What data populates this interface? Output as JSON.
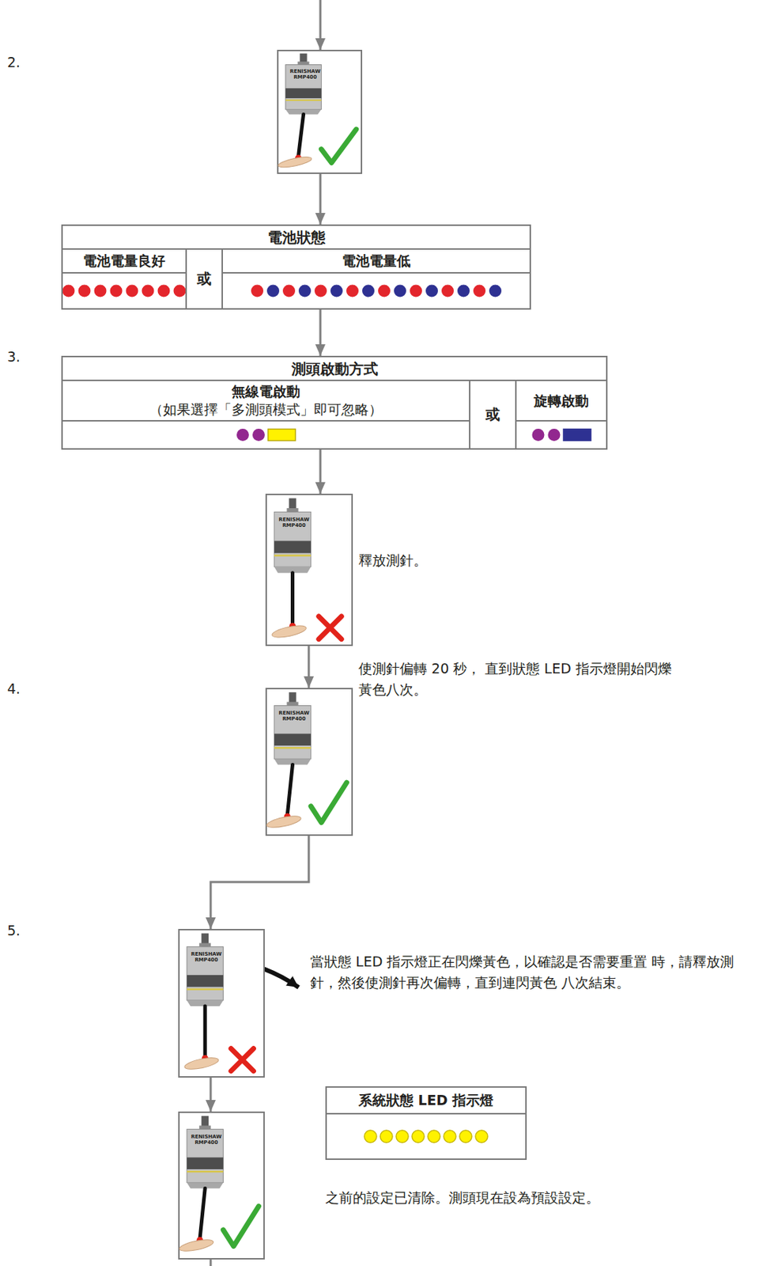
{
  "diagram": {
    "nodes": [
      {
        "text": [
          "RENISHAW",
          "RMP400"
        ]
      },
      {
        "text": [
          "電池狀態"
        ]
      },
      {
        "text": [
          "電池電量良好"
        ],
        "in": 1
      },
      {
        "text": [
          "電池電量低"
        ],
        "in": 1
      },
      {
        "text": [
          "測頭啟動方式"
        ]
      },
      {
        "text": [
          "無線電啟動",
          "（如果選擇「多測頭模式」即可忽略）"
        ],
        "in": 4
      },
      {
        "text": [
          "旋轉啟動"
        ],
        "in": 4
      },
      {
        "text": [
          "RENISHAW",
          "RMP400"
        ]
      },
      {
        "text": [
          "RENISHAW",
          "RMP400"
        ]
      },
      {
        "text": [
          "RENISHAW",
          "RMP400"
        ]
      },
      {
        "text": [
          "系統狀態 LED 指示燈"
        ]
      },
      {
        "text": [
          "RENISHAW",
          "RMP400"
        ]
      }
    ],
    "edges": [
      {
        "from": 0,
        "to": 1,
        "arrow": "to"
      },
      {
        "from": 1,
        "to": 4,
        "arrow": "to"
      },
      {
        "from": 4,
        "to": 7,
        "arrow": "to"
      },
      {
        "from": 7,
        "to": 8,
        "arrow": "to"
      },
      {
        "from": 8,
        "to": 9,
        "arrow": "to"
      },
      {
        "from": 9,
        "to": 11,
        "arrow": "to"
      }
    ],
    "labels": [
      "2.",
      "或",
      "3.",
      "或",
      "釋放測針。",
      "4.",
      "使測針偏轉 20 秒， 直到狀態 LED 指示燈開始閃爍黃色八次。",
      "5.",
      "當狀態 LED 指示燈正在閃爍黃色，以確認是否需要重置 時，請釋放測針，然後使測針再次偏轉，直到連閃黃色 八次結束。",
      "之前的設定已清除。測頭現在設為預設設定。"
    ]
  }
}
